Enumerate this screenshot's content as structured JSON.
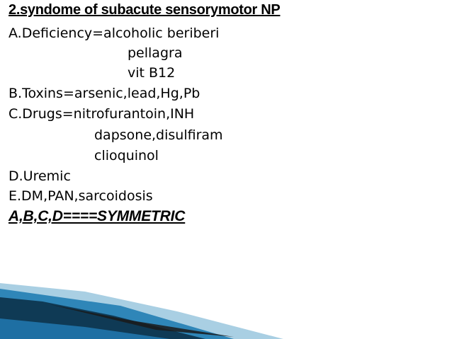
{
  "slide": {
    "title": "2.syndome of subacute sensorymotor NP",
    "lines": [
      "A.Deficiency=alcoholic beriberi",
      "pellagra",
      "vit B12",
      "B.Toxins=arsenic,lead,Hg,Pb",
      "C.Drugs=nitrofurantoin,INH",
      "dapsone,disulfiram",
      "clioquinol",
      "D.Uremic",
      "E.DM,PAN,sarcoidosis"
    ],
    "summary": "A,B,C,D====SYMMETRIC"
  },
  "colors": {
    "background": "#ffffff",
    "text": "#000000",
    "accent_dark": "#0f3a55",
    "accent_mid": "#2f86b8",
    "accent_light": "#a9cfe3"
  }
}
